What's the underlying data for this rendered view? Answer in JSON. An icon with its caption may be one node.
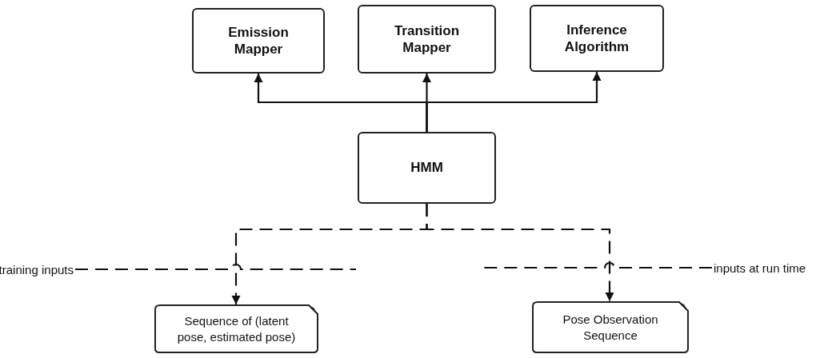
{
  "diagram": {
    "nodes": [
      {
        "text": [
          "Emission Mapper"
        ]
      },
      {
        "text": [
          "Transition Mapper"
        ]
      },
      {
        "text": [
          "Inference Algorithm"
        ]
      },
      {
        "text": [
          "HMM"
        ]
      },
      {
        "text": [
          "training inputs"
        ]
      },
      {
        "text": [
          "inputs at run time"
        ]
      },
      {
        "text": [
          "Sequence of (latent pose, estimated pose)"
        ]
      },
      {
        "text": [
          "Pose Observation Sequence"
        ]
      }
    ],
    "edges": [
      {
        "from": 3,
        "to": 0,
        "arrow": "to"
      },
      {
        "from": 3,
        "to": 1,
        "arrow": "to"
      },
      {
        "from": 3,
        "to": 2,
        "arrow": "to"
      },
      {
        "from": 3,
        "to": 6,
        "arrow": "to",
        "style": "dashed"
      },
      {
        "from": 3,
        "to": 7,
        "arrow": "to",
        "style": "dashed"
      },
      {
        "from": 4,
        "to": null,
        "arrow": "none",
        "style": "dashed"
      },
      {
        "from": 5,
        "to": null,
        "arrow": "none",
        "style": "dashed"
      }
    ]
  }
}
